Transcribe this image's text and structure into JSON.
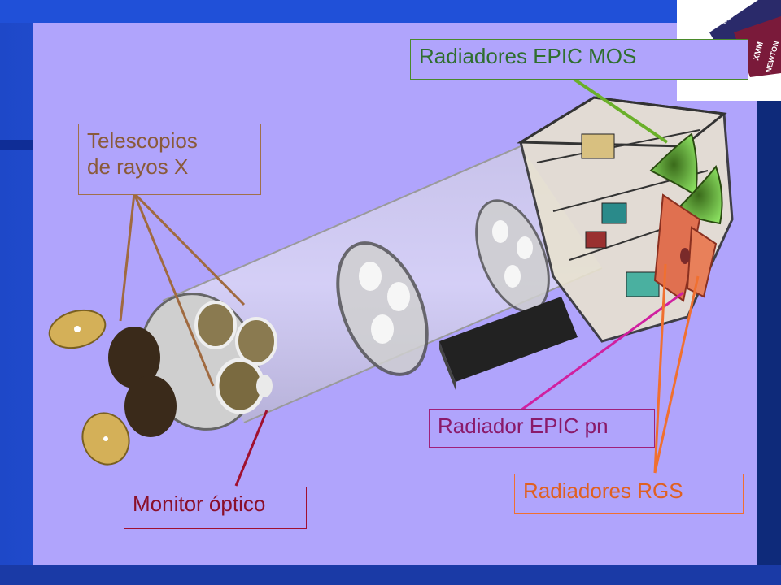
{
  "labels": {
    "telescopes": {
      "line1": "Telescopios",
      "line2": "de rayos X",
      "color": "#8a5a3a"
    },
    "epic_mos": {
      "text": "Radiadores  EPIC MOS",
      "color": "#2f6e2f"
    },
    "epic_pn": {
      "text": "Radiador  EPIC pn",
      "color": "#8a1a6a"
    },
    "rgs": {
      "text": "Radiadores  RGS",
      "color": "#e06020"
    },
    "monitor": {
      "text": "Monitor óptico",
      "color": "#8a0f2a"
    }
  },
  "logo": {
    "text1": "esa",
    "text2": "XMM",
    "text3": "NEWTON"
  }
}
